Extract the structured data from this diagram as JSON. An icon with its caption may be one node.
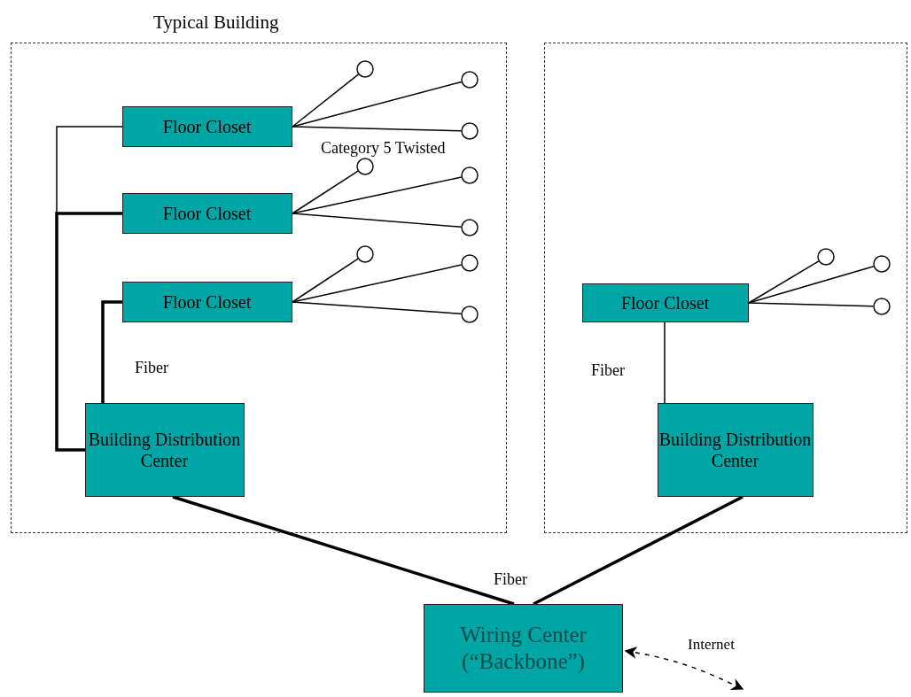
{
  "diagram": {
    "nodes": [
      {
        "text": [
          "Typical Building"
        ]
      },
      {
        "text": [],
        "shape": "box"
      },
      {
        "text": [
          "Floor Closet"
        ],
        "in": 0
      },
      {
        "text": [
          "Floor Closet"
        ],
        "in": 0
      },
      {
        "text": [
          "Floor Closet"
        ],
        "in": 0
      },
      {
        "text": [
          "Building Distribution Center"
        ],
        "in": 0
      },
      {
        "text": [
          "Floor Closet"
        ],
        "in": 1
      },
      {
        "text": [
          "Building Distribution Center"
        ],
        "in": 1
      },
      {
        "text": [
          "Wiring Center (“Backbone”)"
        ]
      },
      {
        "text": [],
        "shape": "circle",
        "in": 0
      },
      {
        "text": [],
        "shape": "circle",
        "in": 0
      },
      {
        "text": [],
        "shape": "circle",
        "in": 0
      },
      {
        "text": [],
        "shape": "circle",
        "in": 0
      },
      {
        "text": [],
        "shape": "circle",
        "in": 0
      },
      {
        "text": [],
        "shape": "circle",
        "in": 0
      },
      {
        "text": [],
        "shape": "circle",
        "in": 0
      },
      {
        "text": [],
        "shape": "circle",
        "in": 0
      },
      {
        "text": [],
        "shape": "circle",
        "in": 0
      },
      {
        "text": [],
        "shape": "circle",
        "in": 1
      },
      {
        "text": [],
        "shape": "circle",
        "in": 1
      },
      {
        "text": [],
        "shape": "circle",
        "in": 1
      }
    ],
    "edges": [
      {
        "from": 2,
        "to": 5,
        "arrow": "none"
      },
      {
        "from": 3,
        "to": 5,
        "arrow": "none",
        "style": "thick"
      },
      {
        "from": 4,
        "to": 5,
        "arrow": "none",
        "style": "thick"
      },
      {
        "from": 6,
        "to": 7,
        "arrow": "none"
      },
      {
        "from": 5,
        "to": 8,
        "arrow": "none",
        "style": "thick"
      },
      {
        "from": 7,
        "to": 8,
        "arrow": "none",
        "style": "thick"
      },
      {
        "from": 8,
        "to": null,
        "arrow": "both",
        "style": "dashed",
        "label": "Internet"
      },
      {
        "from": 2,
        "to": 9,
        "arrow": "none"
      },
      {
        "from": 2,
        "to": 10,
        "arrow": "none"
      },
      {
        "from": 2,
        "to": 11,
        "arrow": "none"
      },
      {
        "from": 3,
        "to": 12,
        "arrow": "none"
      },
      {
        "from": 3,
        "to": 13,
        "arrow": "none"
      },
      {
        "from": 3,
        "to": 14,
        "arrow": "none"
      },
      {
        "from": 4,
        "to": 15,
        "arrow": "none"
      },
      {
        "from": 4,
        "to": 16,
        "arrow": "none"
      },
      {
        "from": 4,
        "to": 17,
        "arrow": "none"
      },
      {
        "from": 6,
        "to": 18,
        "arrow": "none"
      },
      {
        "from": 6,
        "to": 19,
        "arrow": "none"
      },
      {
        "from": 6,
        "to": 20,
        "arrow": "none"
      }
    ],
    "labels": [
      "Category 5 Twisted",
      "Fiber",
      "Fiber",
      "Fiber"
    ]
  }
}
